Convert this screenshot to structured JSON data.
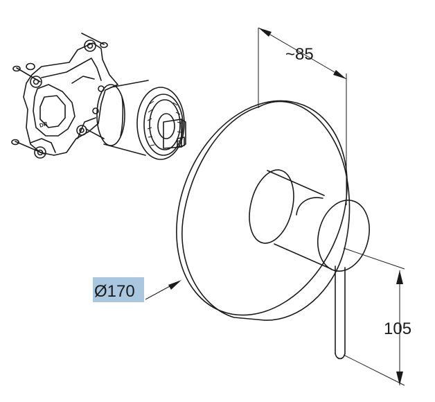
{
  "dimensions": {
    "depth": "~85",
    "height": "105",
    "diameter": "Ø170"
  },
  "highlight_color": "#a9c8e0"
}
